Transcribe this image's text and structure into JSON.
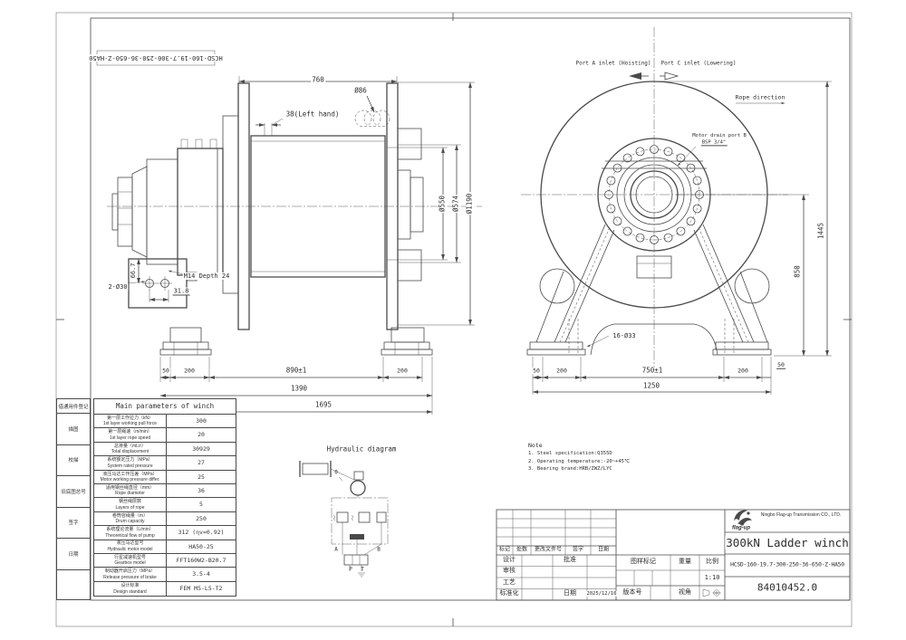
{
  "colors": {
    "line": "#4a4a4a",
    "background": "#ffffff"
  },
  "sheet": {
    "drawing_no_rotated": "HCSD-160-19.7-300-250-36-650-Z-HA50"
  },
  "left_view": {
    "dim_760": "760",
    "dim_pitch": "38(Left hand)",
    "dim_rope": "Ø86",
    "dim_d550": "Ø550",
    "dim_d574": "Ø574",
    "dim_d1190": "Ø1190",
    "dim_667": "66.7",
    "dim_holes": "2-Ø30",
    "dim_tap": "M14 Depth 24",
    "dim_318": "31.8",
    "dim_50": "50",
    "dim_200a": "200",
    "dim_890": "890±1",
    "dim_200b": "200",
    "dim_1390": "1390",
    "dim_1695": "1695"
  },
  "front_view": {
    "port_a": "Port A inlet (Hoisting)",
    "port_c": "Port C inlet (Lowering)",
    "rope_dir": "Rope direction",
    "drain_line1": "Motor drain port B",
    "drain_line2": "BSP 3/4\"",
    "dim_1445": "1445",
    "dim_850": "850",
    "dim_holes": "16-Ø33",
    "dim_50a": "50",
    "dim_200a": "200",
    "dim_750": "750±1",
    "dim_200b": "200",
    "dim_50b": "50",
    "dim_1250": "1250"
  },
  "hydraulic": {
    "title": "Hydraulic diagram",
    "p0": "0",
    "pa": "A",
    "pb": "B",
    "pp": "P",
    "pt": "T"
  },
  "notes": {
    "title": "Note",
    "items": [
      "1. Steel specification:Q355D",
      "2. Operating temperature:-20~+45℃",
      "3. Bearing brand:HRB/ZWZ/LYC"
    ]
  },
  "params": {
    "title": "Main parameters of winch",
    "rows": [
      {
        "zh": "第一层工作拉力（kN）",
        "en": "1st layer working pull force",
        "value": "300"
      },
      {
        "zh": "第一层绳速（m/min）",
        "en": "1st layer rope speed",
        "value": "20"
      },
      {
        "zh": "总排量（mL/r）",
        "en": "Total displacement",
        "value": "30929"
      },
      {
        "zh": "系统额定压力（MPa）",
        "en": "System rated pressure",
        "value": "27"
      },
      {
        "zh": "液压马达工作压差（MPa）",
        "en": "Motor working pressure differ.",
        "value": "25"
      },
      {
        "zh": "适用钢丝绳直径（mm）",
        "en": "Rope diameter",
        "value": "36"
      },
      {
        "zh": "钢丝绳层数",
        "en": "Layers of rope",
        "value": "5"
      },
      {
        "zh": "卷筒容绳量（m）",
        "en": "Drum capacity",
        "value": "250"
      },
      {
        "zh": "系统理论流量（L/min）",
        "en": "Theoretical flow of pump",
        "value": "312 (ηv=0.92)"
      },
      {
        "zh": "液压马达型号",
        "en": "Hydraulic motor model",
        "value": "HA50-25"
      },
      {
        "zh": "行星减速机型号",
        "en": "Gearbox model",
        "value": "FFT160W2-B20.7"
      },
      {
        "zh": "制动器开启压力（MPa）",
        "en": "Release pressure of brake",
        "value": "3.5-4"
      },
      {
        "zh": "设计标准",
        "en": "Design standard",
        "value": "FEM M5-L5-T2"
      }
    ]
  },
  "left_margin": {
    "fields": [
      "借通用件登记",
      "描图",
      "校描",
      "旧底图总号",
      "签字",
      "日期"
    ]
  },
  "title_block": {
    "rev_header": [
      "标记",
      "处数",
      "更改文件号",
      "签字",
      "日期"
    ],
    "roles": [
      "设计",
      "审核",
      "工艺",
      "标准化"
    ],
    "approve_label": "批准",
    "date_label": "日期",
    "date_value": "2025/12/16",
    "stamp_label": "图样标记",
    "weight_label": "重量",
    "scale_label": "比例",
    "scale_value": "1:10",
    "version_label": "版本号",
    "view_label": "视角",
    "company": "Ningbo Flag-up Transmission CO., LTD.",
    "logo_text": "flag-up",
    "product": "300kN Ladder winch",
    "model": "HCSD-160-19.7-300-250-36-650-Z-HA50",
    "part_no": "84010452.0"
  }
}
